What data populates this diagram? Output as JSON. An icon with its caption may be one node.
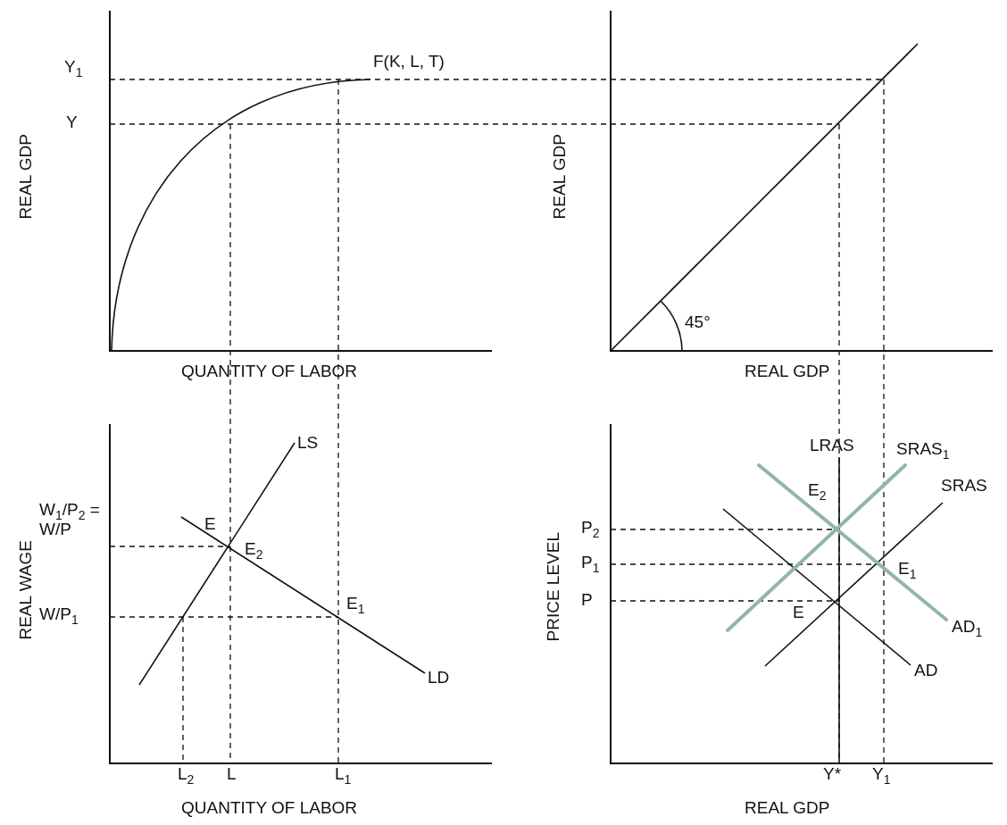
{
  "diagram": {
    "labels": [
      "Y$_{1}$",
      "F(K, L, T)",
      "Y",
      "REAL GDP",
      "QUANTITY OF LABOR",
      "REAL GDP",
      "45°",
      "REAL GDP",
      "LS",
      "W$_{1}$/P$_{2}$ = W/P",
      "E",
      "E$_{2}$",
      "E$_{1}$",
      "W/P$_{1}$",
      "REAL WAGE",
      "LD",
      "L$_{2}$",
      "L",
      "L$_{1}$",
      "QUANTITY OF LABOR",
      "LRAS",
      "SRAS$_{1}$",
      "SRAS",
      "E$_{2}$",
      "PRICE LEVEL",
      "P$_{2}$",
      "P$_{1}$",
      "E$_{1}$",
      "P",
      "E",
      "AD$_{1}$",
      "AD",
      "Y*",
      "Y$_{1}$",
      "REAL GDP"
    ]
  }
}
